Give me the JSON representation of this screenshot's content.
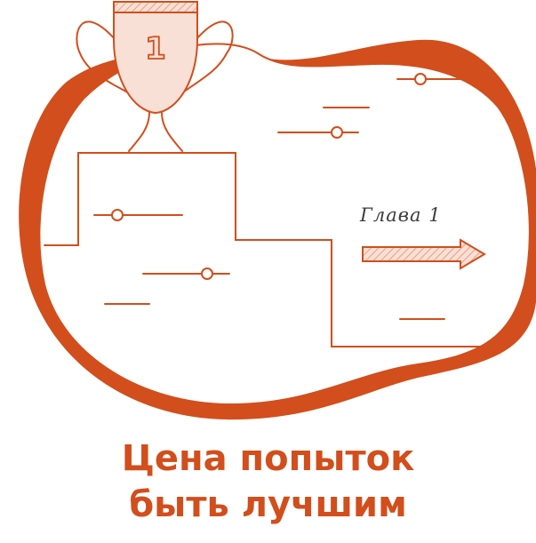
{
  "illustration": {
    "trophy_number": "1",
    "accent_color": "#d24e1c",
    "fill_color": "#f9e0d6"
  },
  "chapter_label": "Глава 1",
  "title": {
    "line1": "Цена попыток",
    "line2": "быть лучшим"
  }
}
